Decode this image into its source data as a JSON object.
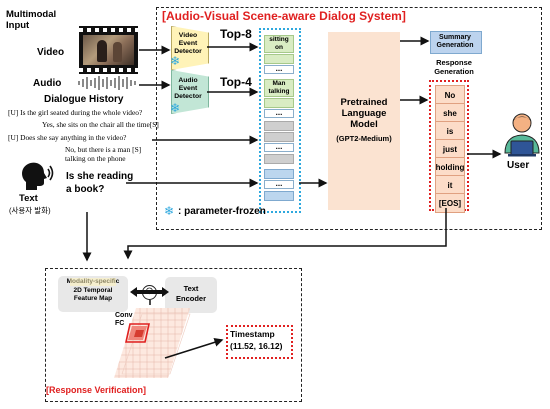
{
  "colors": {
    "accent_red": "#e02020",
    "frozen_blue": "#2ea8de",
    "plm_orange": "#fbe3d1",
    "token_orange": "#fcdcc8",
    "detector_yellow": "#fff3b8",
    "summary_blue": "#bcd3ee"
  },
  "inputs": {
    "title": "Multimodal\nInput",
    "video_label": "Video",
    "audio_label": "Audio",
    "dialogue_heading": "Dialogue History",
    "dialogue": [
      "[U] Is the girl seated during the whole video?",
      "Yes, she sits on the chair all the time[S]",
      "[U] Does she say anything in the video?",
      "No, but there is a man [S]",
      "talking on the phone"
    ],
    "text_label": "Text",
    "text_sub": "(사용자 발화)",
    "question": "Is she reading\na book?"
  },
  "system": {
    "title": "[Audio-Visual Scene-aware Dialog System]",
    "video_detector": "Video\nEvent\nDetector",
    "audio_detector": "Audio\nEvent\nDetector",
    "top_video": "Top-8",
    "top_audio": "Top-4",
    "video_event": "sitting\non",
    "audio_event": "Man\ntalking",
    "ellipsis": "...",
    "plm": "Pretrained\nLanguage\nModel",
    "plm_sub": "(GPT2-Medium)",
    "summary": "Summary\nGeneration",
    "response_title": "Response\nGeneration",
    "tokens": [
      "No",
      "she",
      "is",
      "just",
      "holding",
      "it",
      "[EOS]"
    ],
    "legend": ": parameter-frozen",
    "user_label": "User"
  },
  "verification": {
    "title": "[Response Verification]",
    "feature_map": "Modality-specific\n2D Temporal\nFeature Map",
    "text_encoder": "Text\nEncoder",
    "dot": "⊙",
    "conv": "Conv\nFC",
    "timestamp_label": "Timestamp",
    "timestamp_value": "(11.52, 16.12)"
  }
}
